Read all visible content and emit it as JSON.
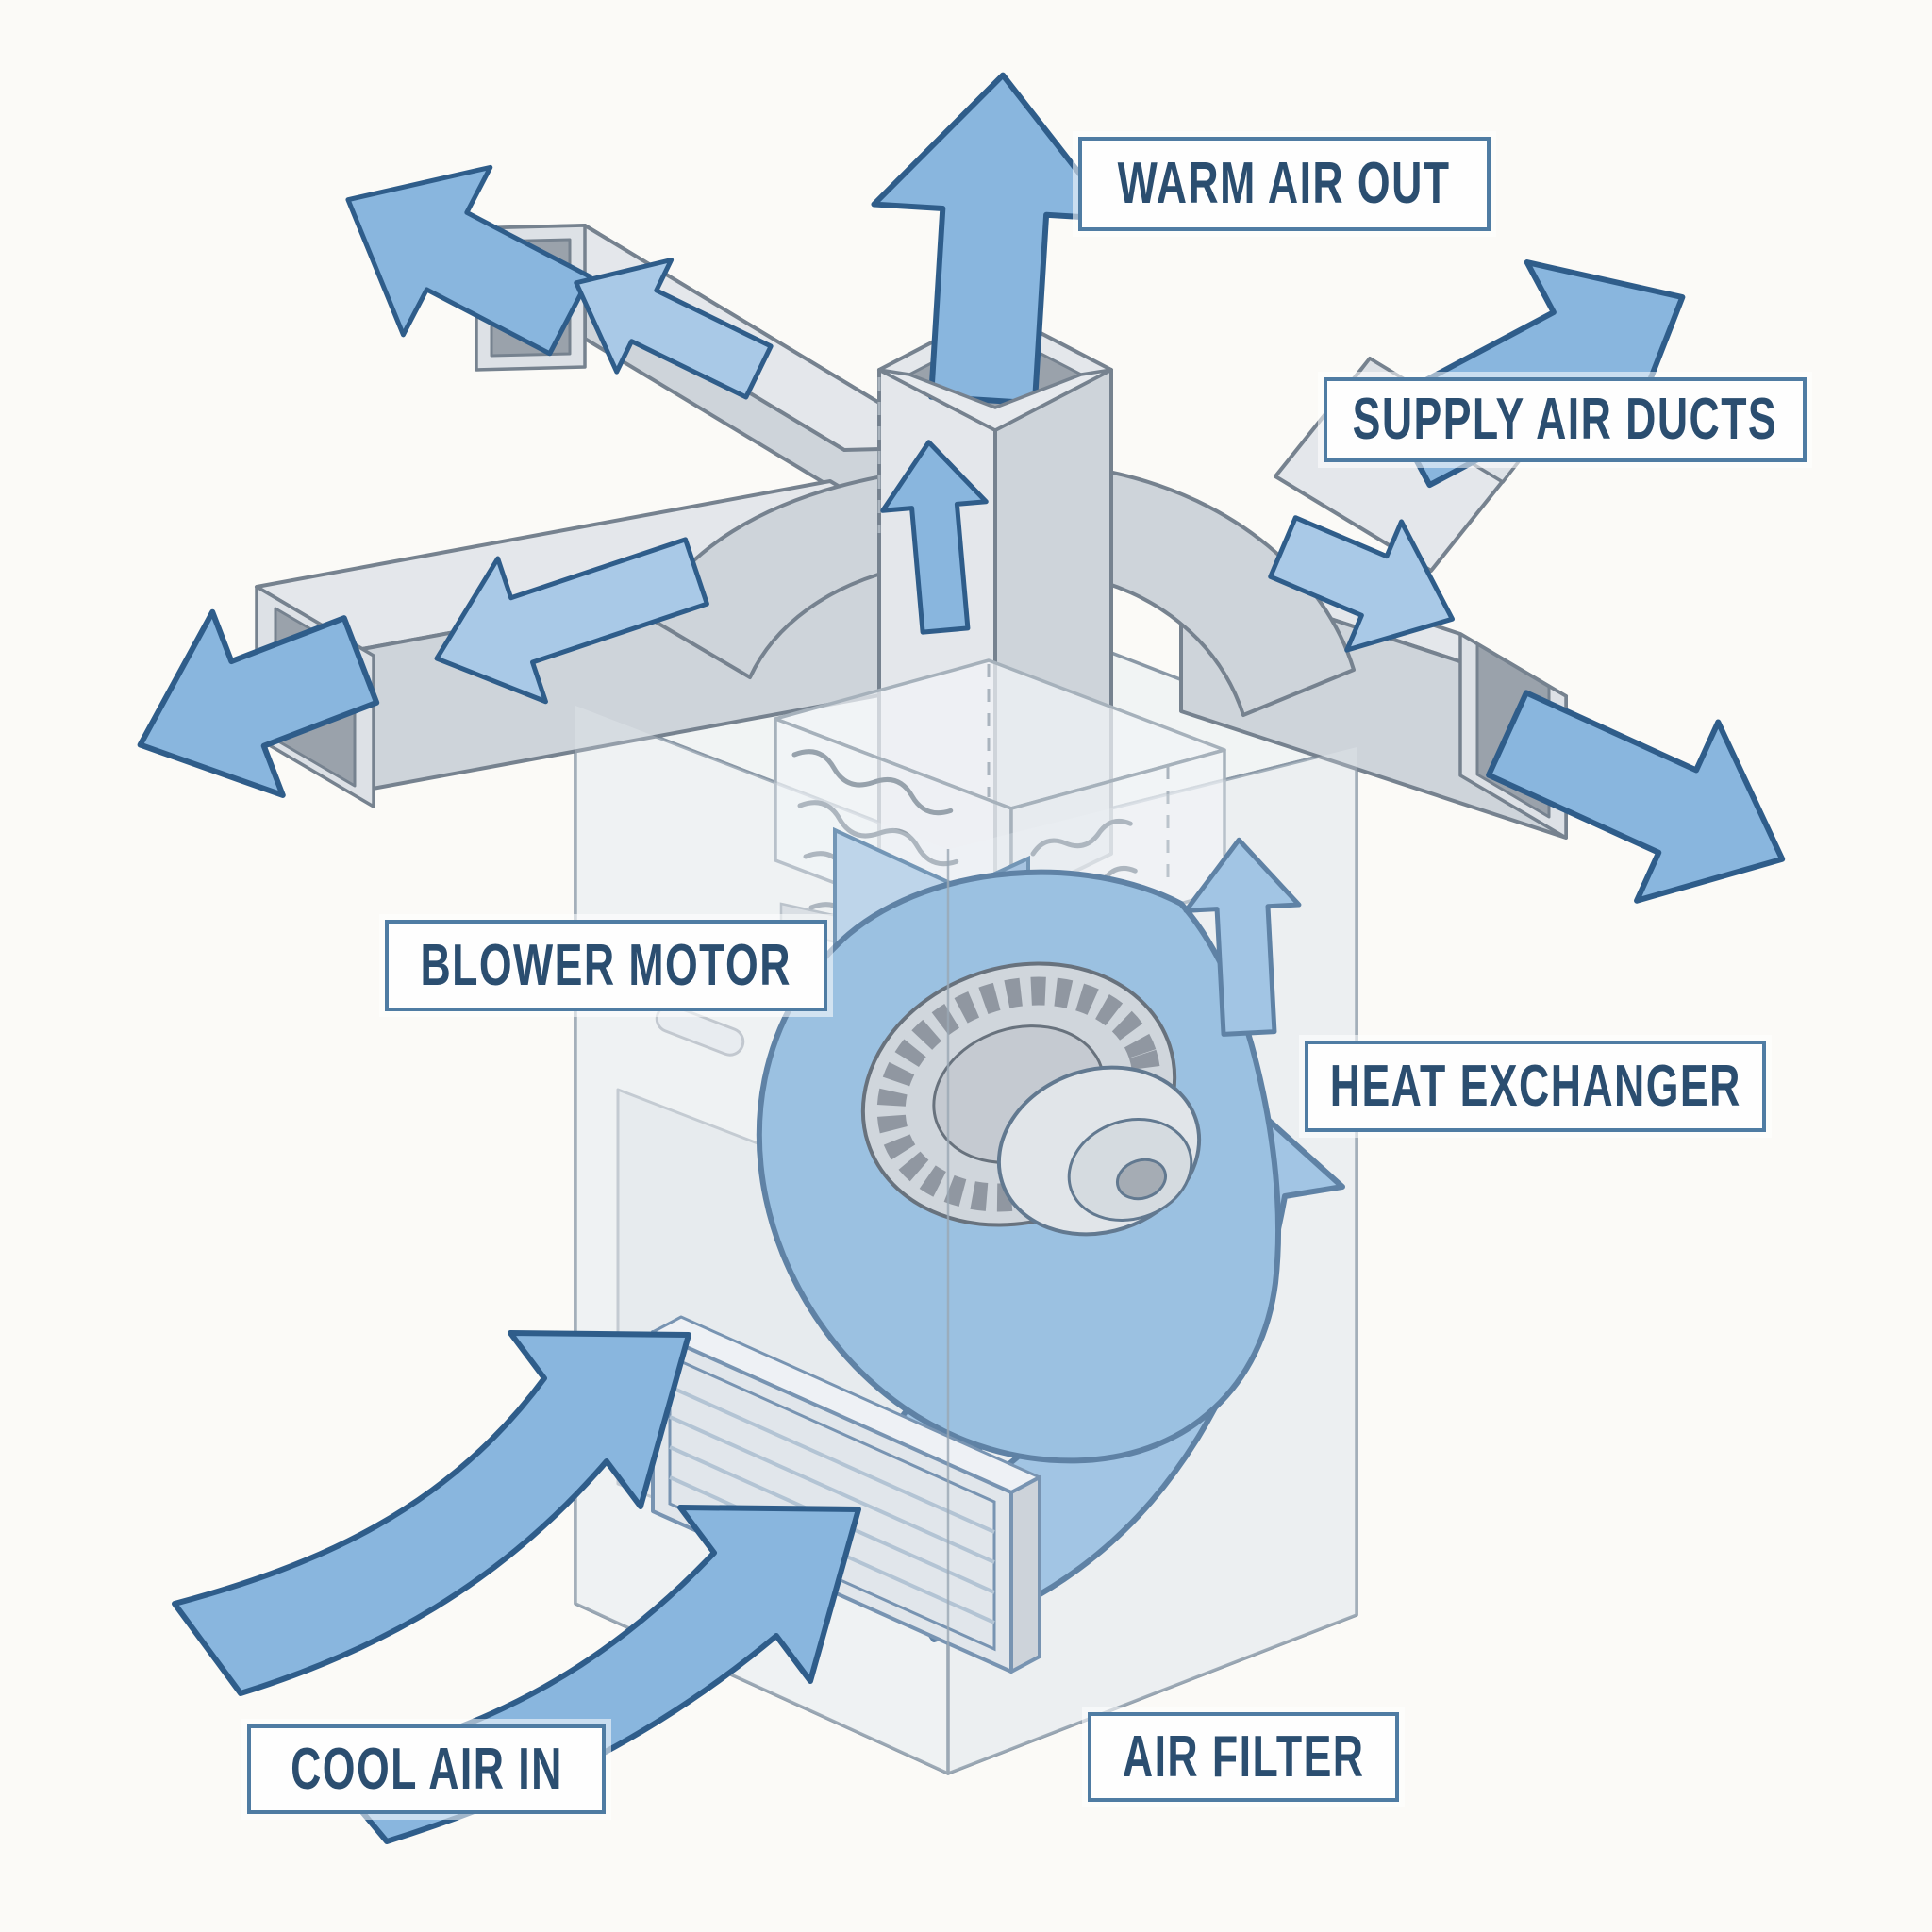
{
  "diagram": {
    "labels": {
      "warm_air_out": "WARM AIR OUT",
      "supply_air_ducts": "SUPPLY AIR DUCTS",
      "blower_motor": "BLOWER MOTOR",
      "heat_exchanger": "HEAT EXCHANGER",
      "cool_air_in": "COOL AIR IN",
      "air_filter": "AIR FILTER"
    }
  },
  "theme": {
    "background": "#fbfaf7",
    "arrow_fill": "#89b6de",
    "arrow_fill_light": "#a9c9e7",
    "arrow_outline": "#2f5d8a",
    "duct_top": "#e4e7eb",
    "duct_face": "#ced4da",
    "duct_dark": "#9aa2ab",
    "duct_outline": "#76828f",
    "cabinet_line": "#8a98a6",
    "blower_fill": "#7fb0da",
    "blower_outline": "#2f5d8a",
    "label_border": "#4f7ca3",
    "label_text": "#2b4e70",
    "label_bg": "#fefefe"
  }
}
